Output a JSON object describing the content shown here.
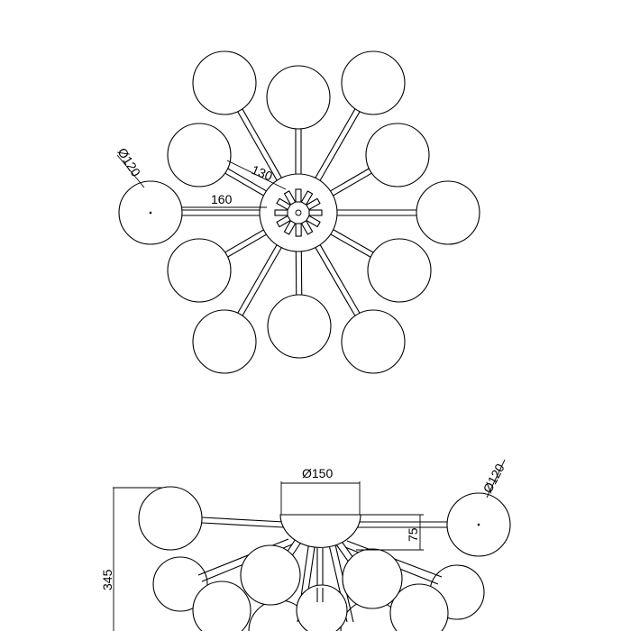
{
  "top_view": {
    "dim_globe": "Ø120",
    "dim_arm_long": "160",
    "dim_arm_short": "130"
  },
  "side_view": {
    "dim_canopy": "Ø150",
    "dim_globe": "Ø120",
    "dim_drop": "75",
    "dim_height": "345"
  }
}
